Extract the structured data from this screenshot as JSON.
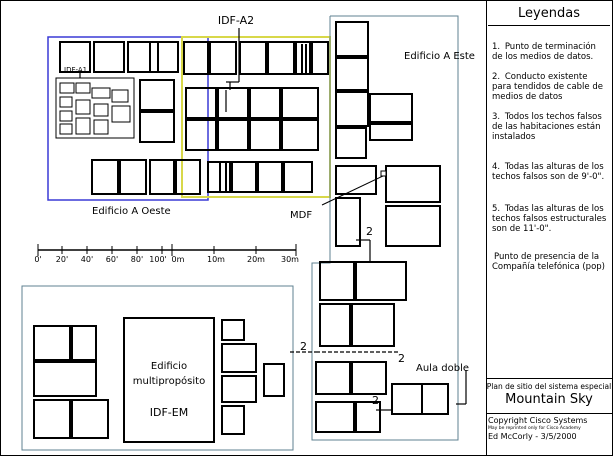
{
  "legend": {
    "title": "Leyendas",
    "items": [
      {
        "num": "1.",
        "text": "Punto de terminación de los medios de datos."
      },
      {
        "num": "2.",
        "text": "Conducto existente para tendidos de cable de medios de datos"
      },
      {
        "num": "3.",
        "text": "Todos los techos falsos de las habitaciones están instalados"
      },
      {
        "num": "4.",
        "text": "Todas las alturas de los techos falsos son de 9'-0\"."
      },
      {
        "num": "5.",
        "text": "Todas las alturas de los techos falsos estructurales son de 11'-0\"."
      },
      {
        "num": "",
        "text": "Punto de presencia de la Compañía telefónica (pop)"
      }
    ]
  },
  "title_block": {
    "caption": "Plan de sitio del sistema especial",
    "name": "Mountain Sky"
  },
  "credits": {
    "copyright": "Copyright Cisco Systems",
    "reprint": "May be reprinted only for Cisco Academy",
    "author": "Ed McCorly - 3/5/2000"
  },
  "labels": {
    "idf_a2": "IDF-A2",
    "idf_a1": "IDF-A1",
    "edificio_este": "Edificio A Este",
    "edificio_oeste": "Edificio A Oeste",
    "mdf": "MDF",
    "edificio_multi_1": "Edificio",
    "edificio_multi_2": "multipropósito",
    "idf_em": "IDF-EM",
    "aula_doble": "Aula doble",
    "conduit_num": "2"
  },
  "scale_bar": {
    "ft_ticks": [
      "0'",
      "20'",
      "40'",
      "60'",
      "80'",
      "100'"
    ],
    "m_ticks": [
      "0m",
      "10m",
      "20m",
      "30m"
    ]
  },
  "colors": {
    "oeste_outline": "#3a3ad6",
    "a2_outline": "#d8d84a",
    "este_outline": "#5f8090",
    "multi_outline": "#5f8090",
    "walls": "#000000"
  }
}
